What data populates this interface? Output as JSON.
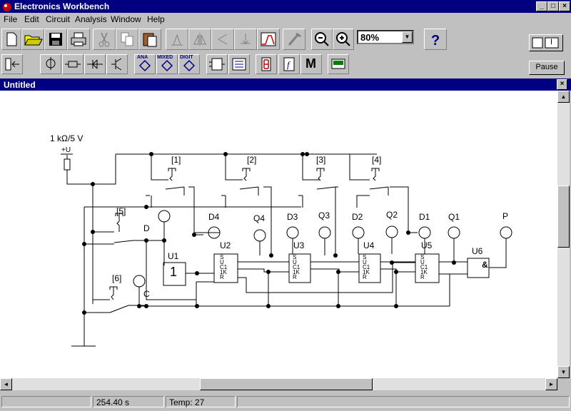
{
  "app": {
    "title": "Electronics Workbench"
  },
  "menu": [
    "File",
    "Edit",
    "Circuit",
    "Analysis",
    "Window",
    "Help"
  ],
  "zoom": {
    "value": "80%"
  },
  "sim": {
    "pause_label": "Pause",
    "power_label": "I"
  },
  "doc": {
    "title": "Untitled"
  },
  "toolbar2": {
    "ana": "ANA",
    "mixed": "MIXED",
    "digit": "DIGIT",
    "m": "M"
  },
  "circuit": {
    "source": "1 kΩ/5 V",
    "plus": "+U",
    "keys": [
      "[1]",
      "[2]",
      "[3]",
      "[4]",
      "[5]",
      "[6]"
    ],
    "probes": [
      "D4",
      "Q4",
      "D3",
      "Q3",
      "D2",
      "Q2",
      "D1",
      "Q1",
      "P",
      "D",
      "C"
    ],
    "parts": [
      "U1",
      "U2",
      "U3",
      "U4",
      "U5",
      "U6"
    ],
    "inverter": "1",
    "gate": "&",
    "ff_pins": [
      "S",
      "U",
      "C1",
      "1K",
      "R"
    ]
  },
  "status": {
    "time": "254.40 s",
    "temp": "Temp:  27"
  }
}
